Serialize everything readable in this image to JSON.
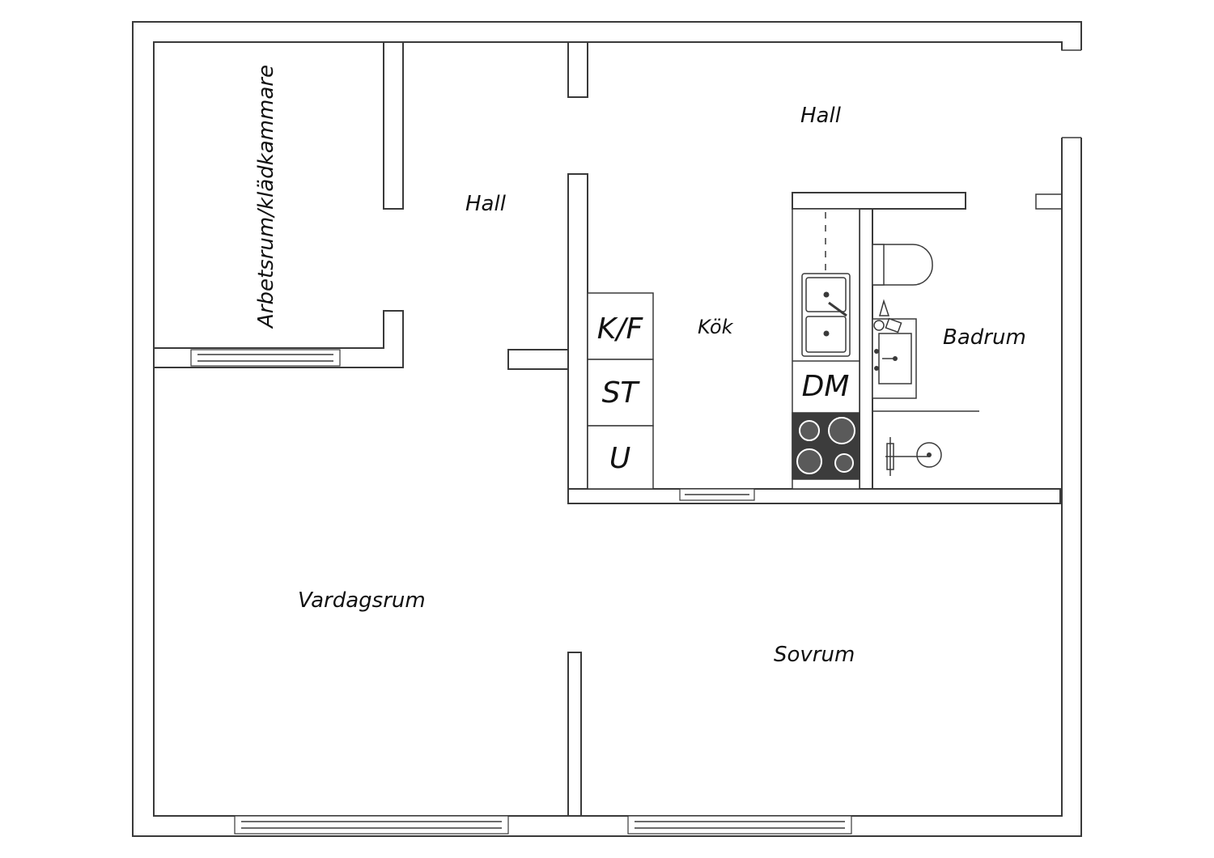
{
  "plan": {
    "wall_color": "#3a3a3a",
    "background": "#ffffff",
    "hob_color": "#3c3c3c",
    "rooms": {
      "arbetsrum": "Arbetsrum/klädkammare",
      "hall_left": "Hall",
      "hall_top": "Hall",
      "kok": "Kök",
      "badrum": "Badrum",
      "vardagsrum": "Vardagsrum",
      "sovrum": "Sovrum"
    },
    "appliances": {
      "kf": "K/F",
      "st": "ST",
      "u": "U",
      "dm": "DM"
    }
  }
}
